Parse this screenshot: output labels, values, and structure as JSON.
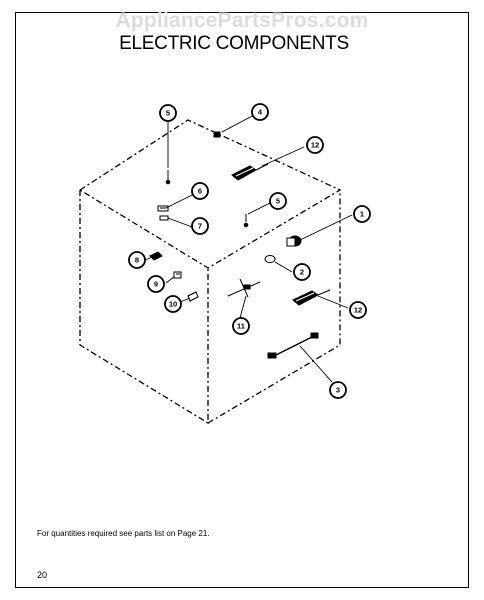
{
  "watermark": "AppliancePartsPros.com",
  "title": "ELECTRIC COMPONENTS",
  "footnote": "For quantities required see parts list on Page 21.",
  "page_number": "20",
  "callouts": [
    "1",
    "2",
    "3",
    "4",
    "5",
    "5",
    "6",
    "7",
    "8",
    "9",
    "10",
    "11",
    "12",
    "12"
  ]
}
